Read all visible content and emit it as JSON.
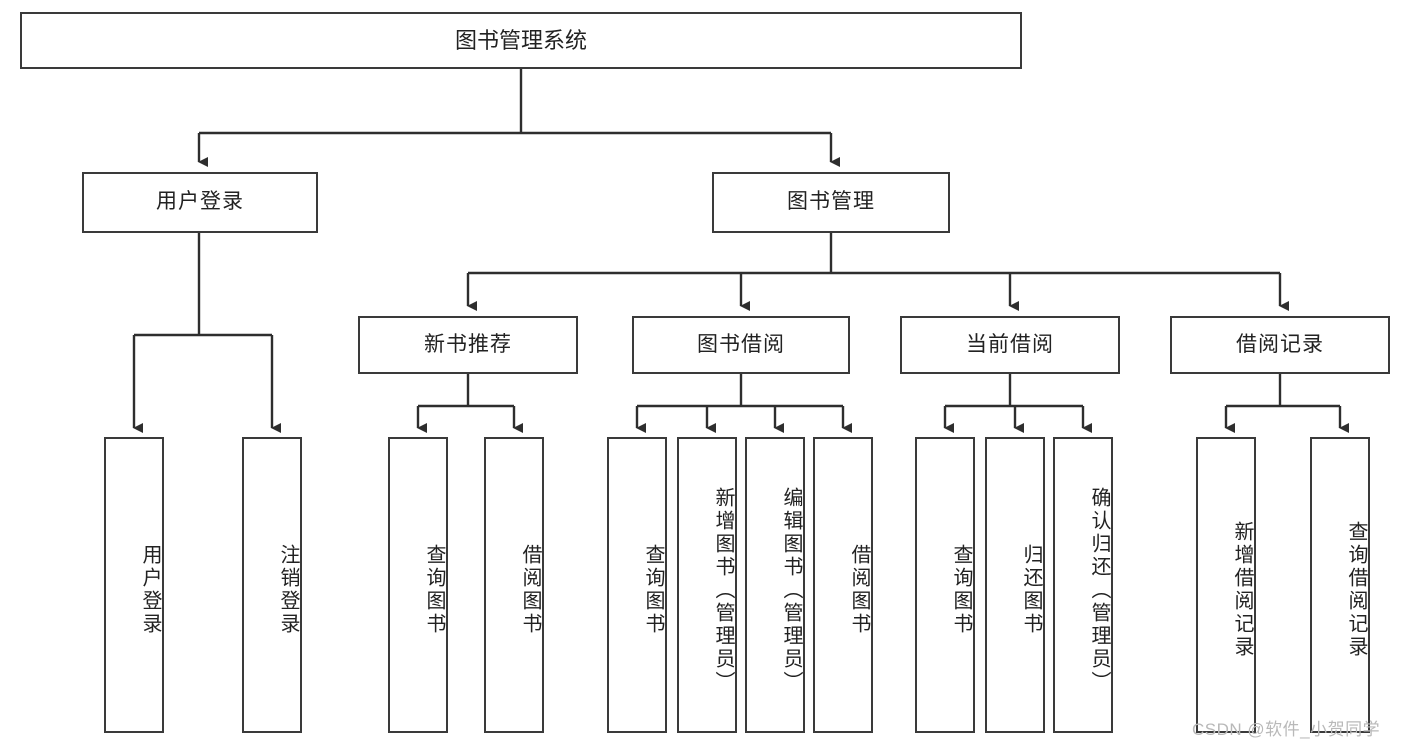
{
  "diagram": {
    "title": "图书管理系统",
    "type": "tree-hierarchy",
    "root": {
      "label": "图书管理系统"
    },
    "level1": [
      {
        "label": "用户登录"
      },
      {
        "label": "图书管理"
      }
    ],
    "level2": [
      {
        "label": "新书推荐"
      },
      {
        "label": "图书借阅"
      },
      {
        "label": "当前借阅"
      },
      {
        "label": "借阅记录"
      }
    ],
    "leaves": {
      "user_login": [
        {
          "label": "用户登录"
        },
        {
          "label": "注销登录"
        }
      ],
      "new_book_recommend": [
        {
          "label": "查询图书"
        },
        {
          "label": "借阅图书"
        }
      ],
      "book_borrow": [
        {
          "label": "查询图书"
        },
        {
          "label": "新增图书（管理员）"
        },
        {
          "label": "编辑图书（管理员）"
        },
        {
          "label": "借阅图书"
        }
      ],
      "current_borrow": [
        {
          "label": "查询图书"
        },
        {
          "label": "归还图书"
        },
        {
          "label": "确认归还（管理员）"
        }
      ],
      "borrow_record": [
        {
          "label": "新增借阅记录"
        },
        {
          "label": "查询借阅记录"
        }
      ]
    }
  },
  "watermark": {
    "text": "CSDN @软件_小贺同学"
  },
  "colors": {
    "stroke": "#3a3a3a",
    "text": "#222222",
    "background": "#ffffff",
    "watermark": "#b9b9b9"
  }
}
